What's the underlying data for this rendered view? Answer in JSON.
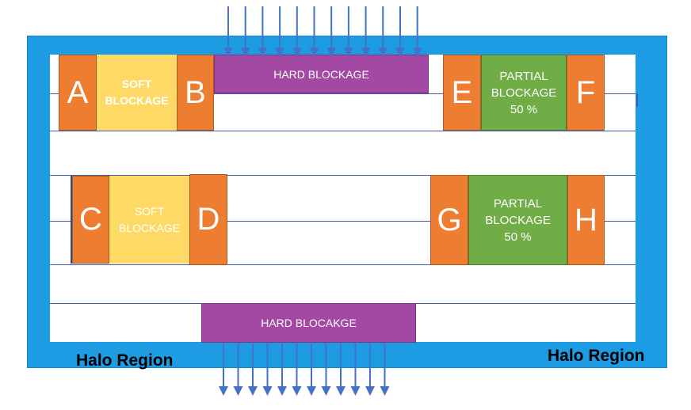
{
  "diagram": {
    "halo_labels": {
      "left": "Halo Region",
      "right": "Halo Region"
    },
    "macros": {
      "a": "A",
      "b": "B",
      "c": "C",
      "d": "D",
      "e": "E",
      "f": "F",
      "g": "G",
      "h": "H"
    },
    "soft_blockage_top": "SOFT\nBLOCKAGE",
    "soft_blockage_bottom": "SOFT\nBLOCKAGE",
    "partial_blockage_top": "PARTIAL\nBLOCKAGE\n50 %",
    "partial_blockage_bottom": "PARTIAL\nBLOCKAGE\n50 %",
    "hard_blockage_top": "HARD BLOCKAGE",
    "hard_blockage_bottom": "HARD BLOCAKGE",
    "colors": {
      "halo": "#1d9be3",
      "macro": "#ed7d31",
      "soft_blockage": "#ffd966",
      "partial_blockage": "#70ad47",
      "hard_blockage": "#a349a4",
      "arrows": "#4472c4"
    }
  }
}
